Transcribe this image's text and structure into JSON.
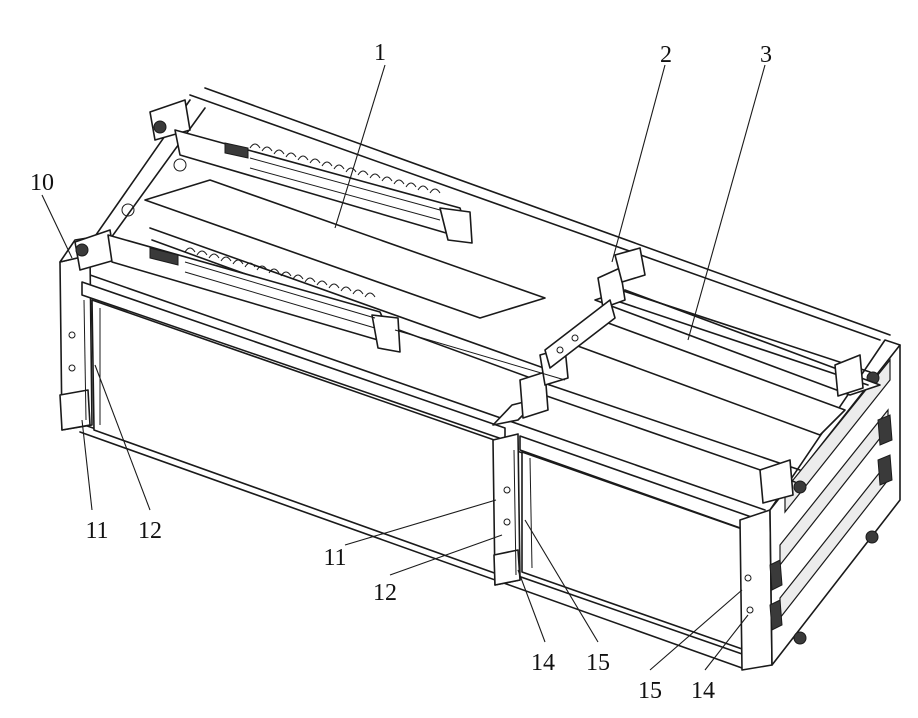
{
  "labels": {
    "part_1": "1",
    "part_2": "2",
    "part_3": "3",
    "part_10": "10",
    "part_11_left": "11",
    "part_12_left": "12",
    "part_11_mid": "11",
    "part_12_mid": "12",
    "part_14_mid": "14",
    "part_15_mid": "15",
    "part_15_right": "15",
    "part_14_right": "14"
  }
}
